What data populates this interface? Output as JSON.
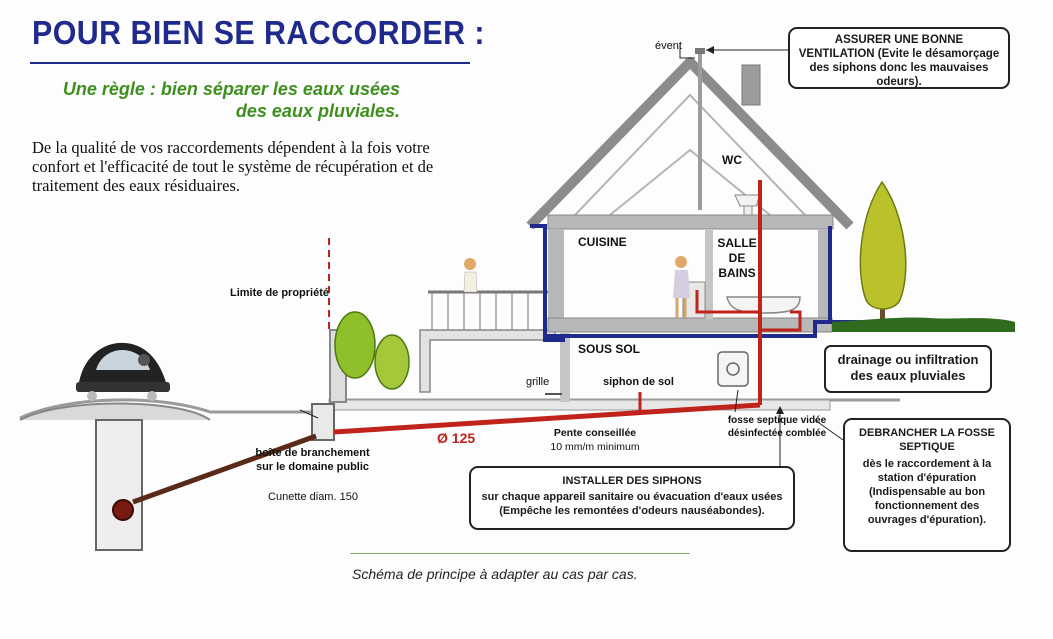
{
  "title": "POUR BIEN SE RACCORDER :",
  "subtitle": "Une règle : bien séparer les eaux usées des eaux pluviales.",
  "intro": "De la qualité de vos raccordements dépendent à la fois votre confort et l'efficacité de tout le système de récupération et de traitement des eaux résiduaires.",
  "labels": {
    "event": "évent",
    "wc": "WC",
    "cuisine": "CUISINE",
    "salle_de_bains": "SALLE DE BAINS",
    "sous_sol": "SOUS SOL",
    "limite": "Limite de propriété",
    "grille": "grille",
    "siphon_sol": "siphon de sol",
    "fosse": "fosse septique vidée désinfectée comblée",
    "pente_line1": "Pente conseillée",
    "pente_line2": "10 mm/m minimum",
    "diameter": "Ø 125",
    "boite": "boîte de branchement sur le domaine public",
    "cunette": "Cunette diam. 150"
  },
  "callouts": {
    "ventilation": "ASSURER UNE BONNE VENTILATION (Evite le désamorçage des siphons donc les mauvaises odeurs).",
    "drainage": "drainage ou infiltration des eaux pluviales",
    "siphons_title": "INSTALLER DES SIPHONS",
    "siphons_body": "sur chaque appareil sanitaire ou évacuation d'eaux usées (Empêche les remontées d'odeurs nauséabondes).",
    "fosse_title": "DEBRANCHER LA FOSSE SEPTIQUE",
    "fosse_body": "dès le raccordement à la station d'épuration (Indispensable au bon fonctionnement des ouvrages d'épuration)."
  },
  "caption": "Schéma de principe à adapter au cas par cas.",
  "colors": {
    "title_blue": "#1f2a8c",
    "subtitle_green": "#3f8f1f",
    "wastewater_red": "#c0221c",
    "rainwater_blue": "#1f2a8c",
    "tree_yellow_green": "#b9c22b",
    "structure_gray": "#9a9a9a"
  }
}
